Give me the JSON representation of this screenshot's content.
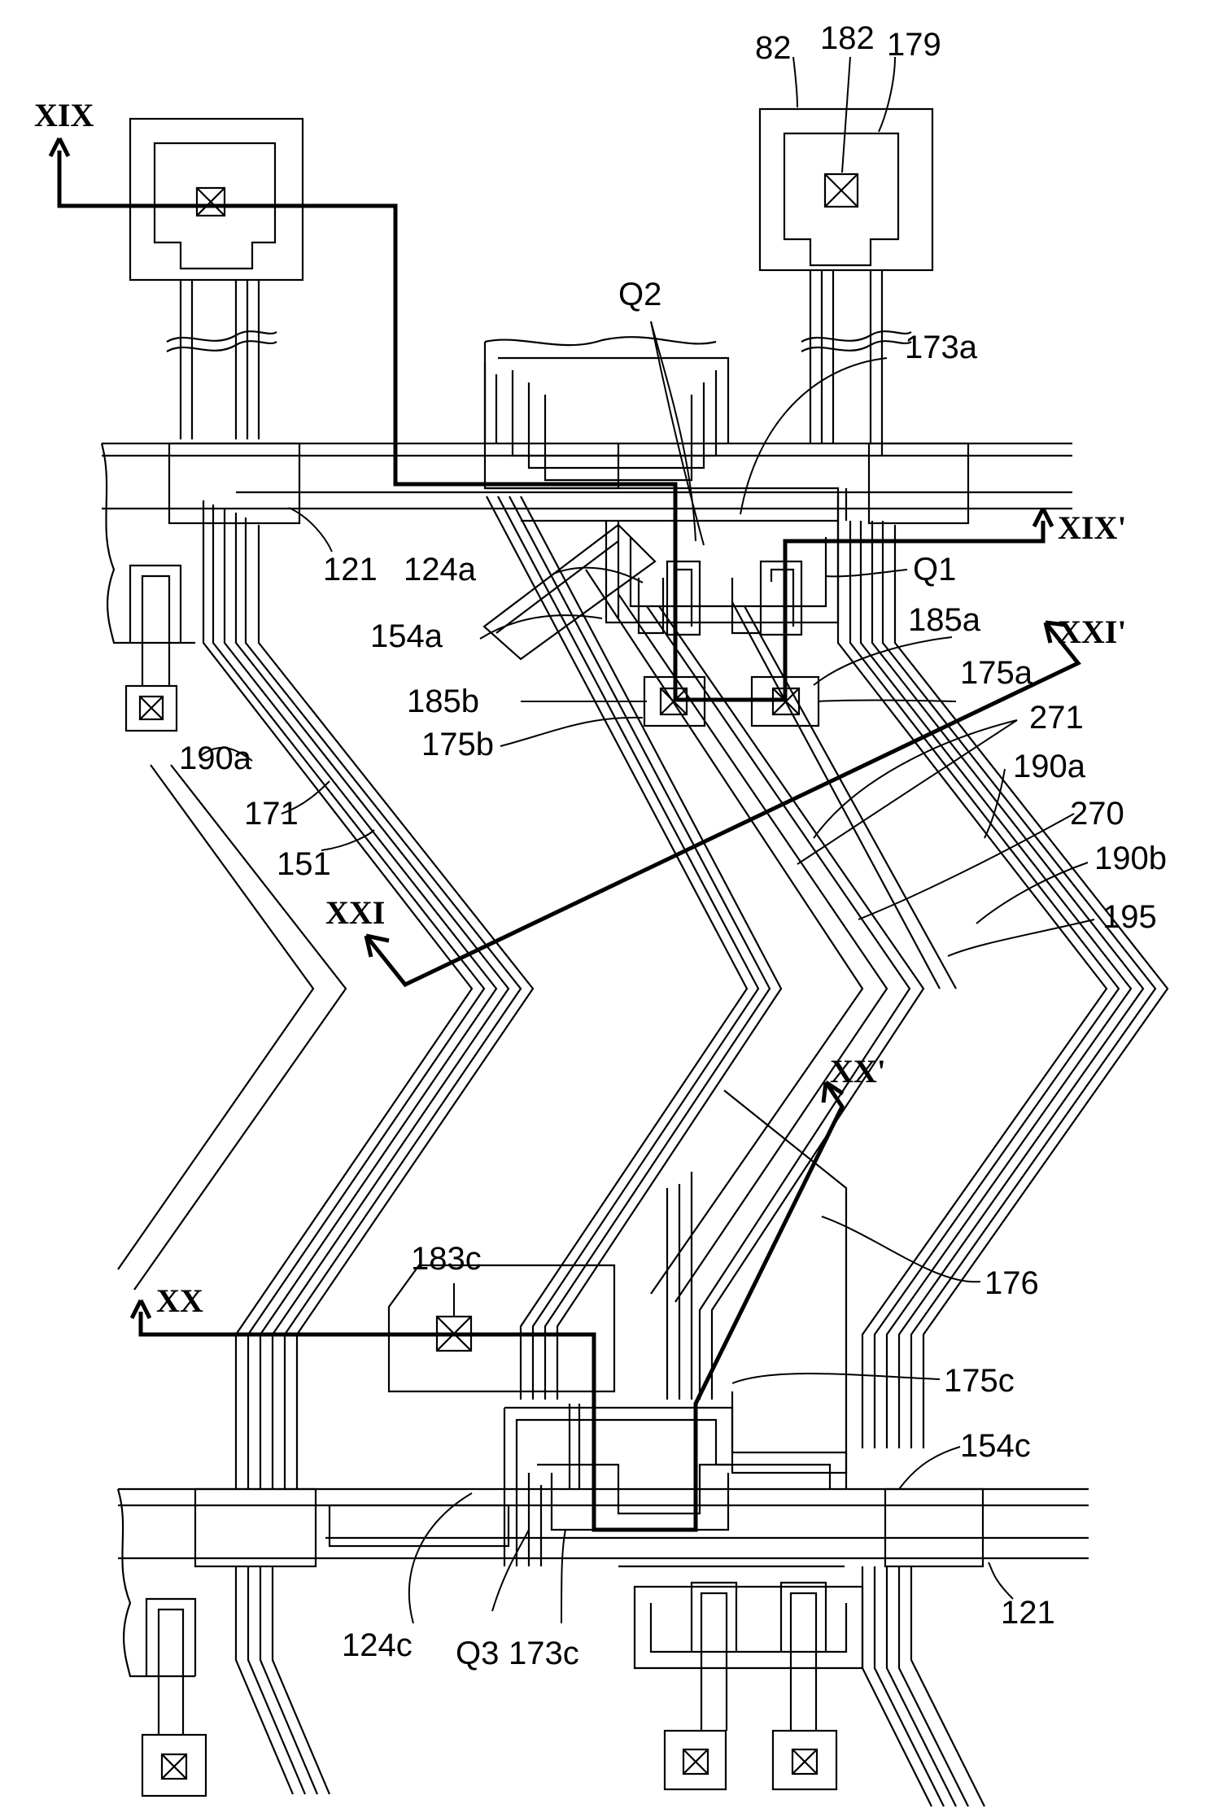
{
  "labels": {
    "ref_82": "82",
    "ref_182": "182",
    "ref_179": "179",
    "ref_q2": "Q2",
    "ref_173a": "173a",
    "ref_121_top": "121",
    "ref_124a": "124a",
    "ref_q1": "Q1",
    "ref_154a": "154a",
    "ref_185a": "185a",
    "ref_185b": "185b",
    "ref_175a": "175a",
    "ref_175b": "175b",
    "ref_271": "271",
    "ref_190a_left": "190a",
    "ref_190a_right": "190a",
    "ref_171": "171",
    "ref_270": "270",
    "ref_151": "151",
    "ref_190b": "190b",
    "ref_195": "195",
    "ref_176": "176",
    "ref_183c": "183c",
    "ref_175c": "175c",
    "ref_154c": "154c",
    "ref_121_bottom": "121",
    "ref_124c": "124c",
    "ref_q3": "Q3",
    "ref_173c": "173c"
  },
  "section_markers": {
    "xix": "XIX",
    "xix_prime": "XIX'",
    "xxi": "XXI",
    "xxi_prime": "XXI'",
    "xx": "XX",
    "xx_prime": "XX'"
  }
}
